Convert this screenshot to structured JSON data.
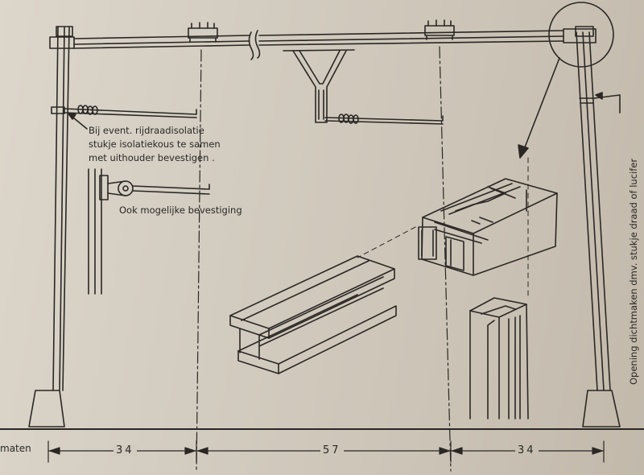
{
  "notes": {
    "insulation_line1": "Bij event. rijdraadisolatie",
    "insulation_line2": "stukje isolatiekous te samen",
    "insulation_line3": "met uithouder bevestigen .",
    "alternative_mount": "Ook mogelijke bevestiging",
    "opening_seal": "Opening dichtmaken dmv. stukje draad of lucifer"
  },
  "dimensions": {
    "unit_label": "maten",
    "left_span": "34",
    "middle_span": "57",
    "right_span": "34"
  },
  "colors": {
    "paper": "#d6cfc3",
    "ink": "#2a2724"
  }
}
